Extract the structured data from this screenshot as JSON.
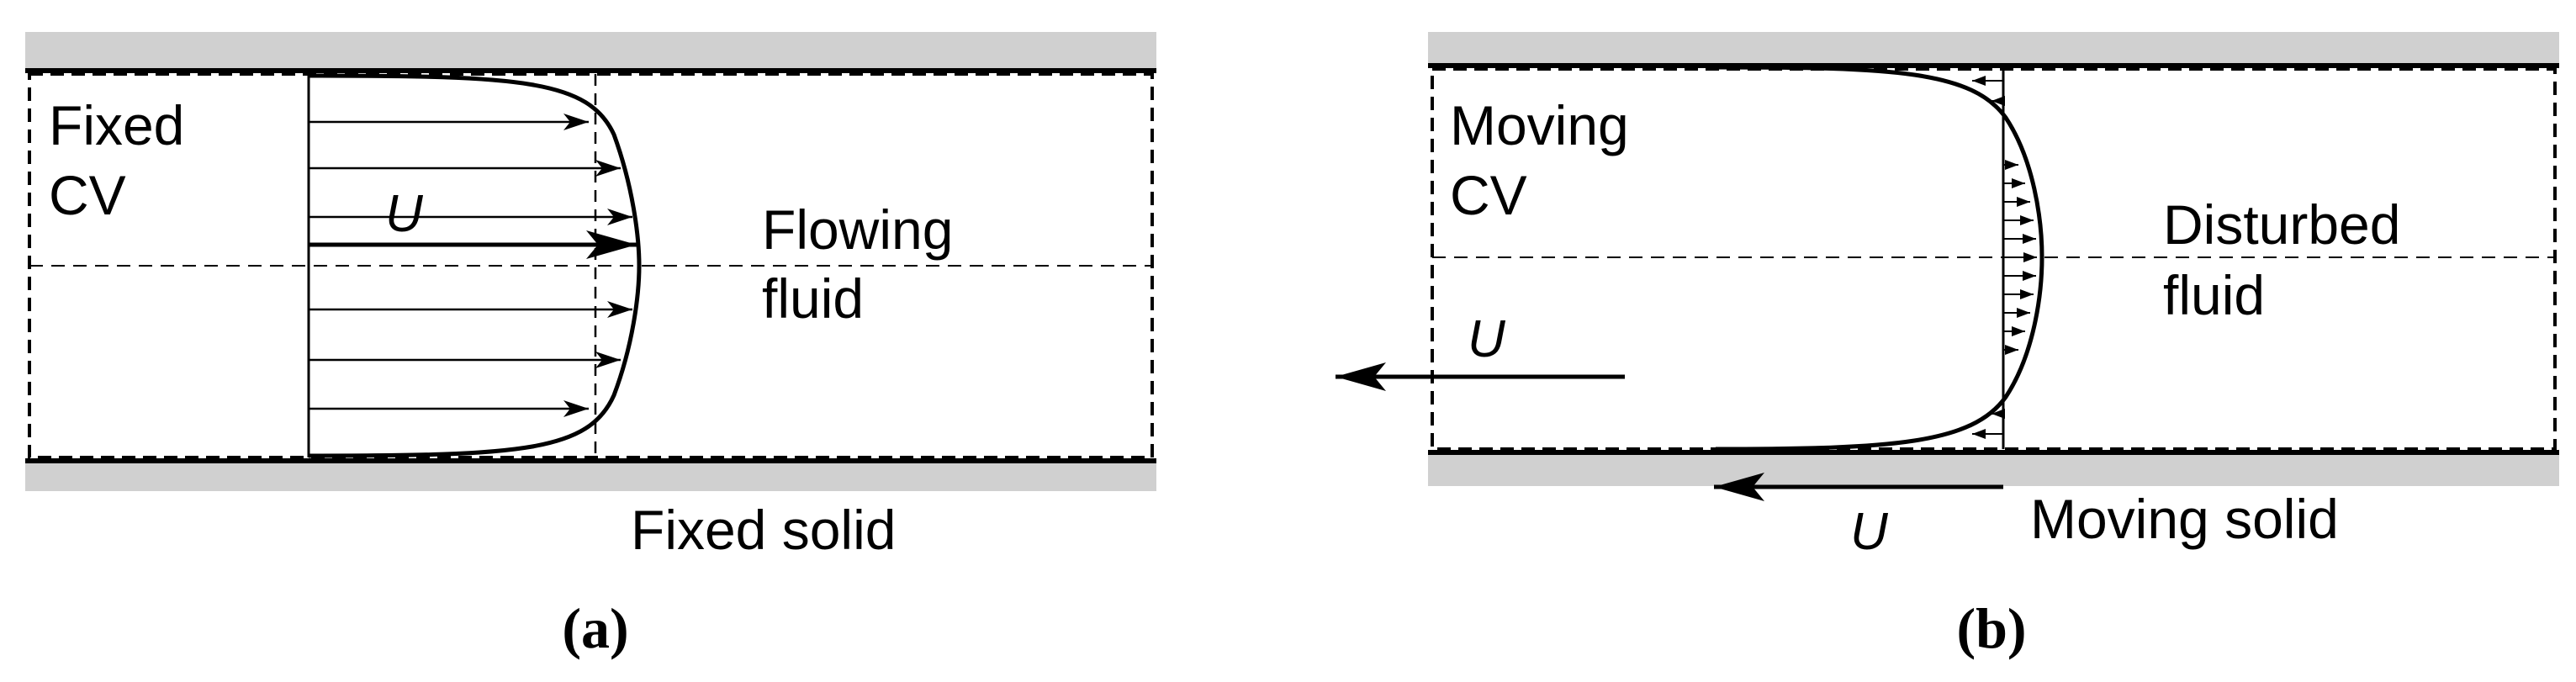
{
  "panel_a": {
    "cv_label_line1": "Fixed",
    "cv_label_line2": "CV",
    "velocity_label": "U",
    "fluid_label_line1": "Flowing",
    "fluid_label_line2": "fluid",
    "solid_label": "Fixed solid",
    "caption": "(a)"
  },
  "panel_b": {
    "cv_label_line1": "Moving",
    "cv_label_line2": "CV",
    "velocity_label_cv": "U",
    "fluid_label_line1": "Disturbed",
    "fluid_label_line2": "fluid",
    "velocity_label_wall": "U",
    "solid_label": "Moving solid",
    "caption": "(b)"
  },
  "colors": {
    "wall": "#d0d0d0",
    "ink": "#000000"
  }
}
